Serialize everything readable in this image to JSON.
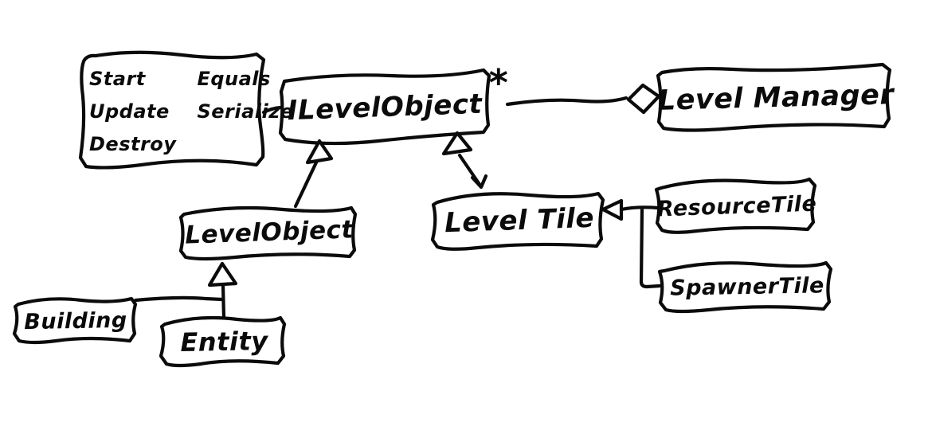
{
  "diagram": {
    "kind": "hand-drawn UML class diagram sketch",
    "background_color": "#ffffff",
    "ink_color": "#0b0b0b",
    "note": {
      "col1": [
        "Start",
        "Update",
        "Destroy"
      ],
      "col2": [
        "Equals",
        "Serialize"
      ]
    },
    "classes": {
      "ilevelobject": "ILevelObject",
      "levelmanager": "Level Manager",
      "levelobject": "LevelObject",
      "leveltile": "Level Tile",
      "resourcetile": "ResourceTile",
      "spawnertile": "SpawnerTile",
      "building": "Building",
      "entity": "Entity"
    },
    "aggregation_multiplicity": "*",
    "relationships": [
      {
        "from": "ILevelObject",
        "to": "LevelManager",
        "type": "aggregation",
        "multiplicity": "*"
      },
      {
        "from": "LevelObject",
        "to": "ILevelObject",
        "type": "realization"
      },
      {
        "from": "LevelTile",
        "to": "ILevelObject",
        "type": "realization"
      },
      {
        "from": "ResourceTile",
        "to": "LevelTile",
        "type": "inheritance"
      },
      {
        "from": "SpawnerTile",
        "to": "LevelTile",
        "type": "inheritance"
      },
      {
        "from": "Building",
        "to": "LevelObject",
        "type": "inheritance"
      },
      {
        "from": "Entity",
        "to": "LevelObject",
        "type": "inheritance"
      },
      {
        "from": "note",
        "to": "ILevelObject",
        "type": "note-attachment"
      }
    ]
  }
}
